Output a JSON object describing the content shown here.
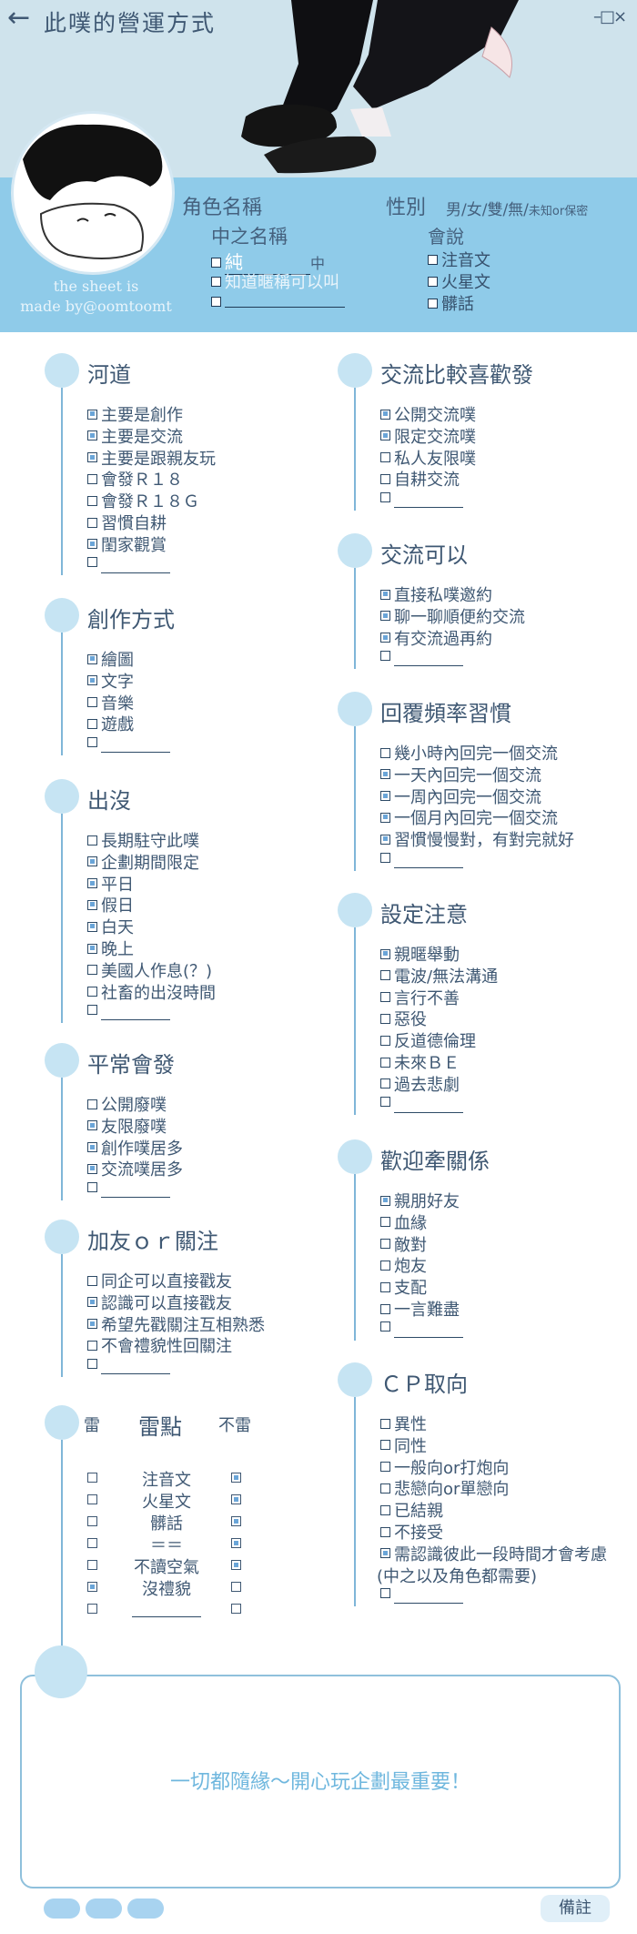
{
  "header": {
    "title": "此噗的營運方式",
    "window_controls": "–□×",
    "credit_line1": "the sheet is",
    "credit_line2": "made by@oomtoomt"
  },
  "profile": {
    "role_name_label": "角色名稱",
    "gender_label": "性別",
    "gender_options": "男/女/雙/無/",
    "gender_hint": "未知or保密",
    "pl_name_label": "中之名稱",
    "pl_opt1": "純",
    "pl_opt1_suffix": "中",
    "pl_opt2": "知道暱稱可以叫",
    "speak_label": "會說",
    "speak_opts": [
      "注音文",
      "火星文",
      "髒話"
    ]
  },
  "left": [
    {
      "title": "河道",
      "items": [
        {
          "t": "主要是創作",
          "c": true
        },
        {
          "t": "主要是交流",
          "c": true
        },
        {
          "t": "主要是跟親友玩",
          "c": true
        },
        {
          "t": "會發Ｒ１８",
          "c": false
        },
        {
          "t": "會發Ｒ１８Ｇ",
          "c": false
        },
        {
          "t": "習慣自耕",
          "c": false
        },
        {
          "t": "閨家觀賞",
          "c": true
        },
        {
          "t": "",
          "c": false
        }
      ]
    },
    {
      "title": "創作方式",
      "items": [
        {
          "t": "繪圖",
          "c": true
        },
        {
          "t": "文字",
          "c": true
        },
        {
          "t": "音樂",
          "c": false
        },
        {
          "t": "遊戲",
          "c": false
        },
        {
          "t": "",
          "c": false
        }
      ]
    },
    {
      "title": "出沒",
      "items": [
        {
          "t": "長期駐守此噗",
          "c": false
        },
        {
          "t": "企劃期間限定",
          "c": true
        },
        {
          "t": "平日",
          "c": true
        },
        {
          "t": "假日",
          "c": true
        },
        {
          "t": "白天",
          "c": true
        },
        {
          "t": "晚上",
          "c": true
        },
        {
          "t": "美國人作息(？)",
          "c": false
        },
        {
          "t": "社畜的出沒時間",
          "c": false
        },
        {
          "t": "",
          "c": false
        }
      ]
    },
    {
      "title": "平常會發",
      "items": [
        {
          "t": "公開廢噗",
          "c": false
        },
        {
          "t": "友限廢噗",
          "c": true
        },
        {
          "t": "創作噗居多",
          "c": true
        },
        {
          "t": "交流噗居多",
          "c": true
        },
        {
          "t": "",
          "c": false
        }
      ]
    },
    {
      "title": "加友ｏｒ關注",
      "items": [
        {
          "t": "同企可以直接戳友",
          "c": false
        },
        {
          "t": "認識可以直接戳友",
          "c": true
        },
        {
          "t": "希望先戳關注互相熟悉",
          "c": true
        },
        {
          "t": "不會禮貌性回關注",
          "c": false
        },
        {
          "t": "",
          "c": false
        }
      ]
    }
  ],
  "mines": {
    "left_head": "雷",
    "mid_head": "雷點",
    "right_head": "不雷",
    "rows": [
      {
        "t": "注音文",
        "l": false,
        "r": true
      },
      {
        "t": "火星文",
        "l": false,
        "r": true
      },
      {
        "t": "髒話",
        "l": false,
        "r": true
      },
      {
        "t": "＝＝",
        "l": false,
        "r": true
      },
      {
        "t": "不讀空氣",
        "l": false,
        "r": true
      },
      {
        "t": "沒禮貌",
        "l": true,
        "r": false
      },
      {
        "t": "",
        "l": false,
        "r": false
      }
    ]
  },
  "right": [
    {
      "title": "交流比較喜歡發",
      "items": [
        {
          "t": "公開交流噗",
          "c": true
        },
        {
          "t": "限定交流噗",
          "c": true
        },
        {
          "t": "私人友限噗",
          "c": false
        },
        {
          "t": "自耕交流",
          "c": false
        },
        {
          "t": "",
          "c": false
        }
      ]
    },
    {
      "title": "交流可以",
      "items": [
        {
          "t": "直接私噗邀約",
          "c": true
        },
        {
          "t": "聊一聊順便約交流",
          "c": true
        },
        {
          "t": "有交流過再約",
          "c": true
        },
        {
          "t": "",
          "c": false
        }
      ]
    },
    {
      "title": "回覆頻率習慣",
      "items": [
        {
          "t": "幾小時內回完一個交流",
          "c": false
        },
        {
          "t": "一天內回完一個交流",
          "c": true
        },
        {
          "t": "一周內回完一個交流",
          "c": true
        },
        {
          "t": "一個月內回完一個交流",
          "c": true
        },
        {
          "t": "習慣慢慢對，有對完就好",
          "c": true
        },
        {
          "t": "",
          "c": false
        }
      ]
    },
    {
      "title": "設定注意",
      "items": [
        {
          "t": "親暱舉動",
          "c": true
        },
        {
          "t": "電波/無法溝通",
          "c": false
        },
        {
          "t": "言行不善",
          "c": false
        },
        {
          "t": "惡役",
          "c": false
        },
        {
          "t": "反道德倫理",
          "c": false
        },
        {
          "t": "未來ＢＥ",
          "c": false
        },
        {
          "t": "過去悲劇",
          "c": false
        },
        {
          "t": "",
          "c": false
        }
      ]
    },
    {
      "title": "歡迎牽關係",
      "items": [
        {
          "t": "親朋好友",
          "c": true
        },
        {
          "t": "血緣",
          "c": false
        },
        {
          "t": "敵對",
          "c": false
        },
        {
          "t": "炮友",
          "c": false
        },
        {
          "t": "支配",
          "c": false
        },
        {
          "t": "一言難盡",
          "c": false
        },
        {
          "t": "",
          "c": false
        }
      ]
    },
    {
      "title": "ＣＰ取向",
      "items": [
        {
          "t": "異性",
          "c": false
        },
        {
          "t": "同性",
          "c": false
        },
        {
          "t": "一般向or打炮向",
          "c": false
        },
        {
          "t": "悲戀向or單戀向",
          "c": false
        },
        {
          "t": "已結親",
          "c": false
        },
        {
          "t": "不接受",
          "c": false
        },
        {
          "t": "需認識彼此一段時間才會考慮",
          "c": true
        },
        {
          "t": "(中之以及角色都需要)",
          "c": false,
          "nobox": true
        },
        {
          "t": "",
          "c": false
        }
      ]
    }
  ],
  "notes": {
    "text": "一切都隨緣～開心玩企劃最重要！",
    "memo_label": "備註"
  }
}
